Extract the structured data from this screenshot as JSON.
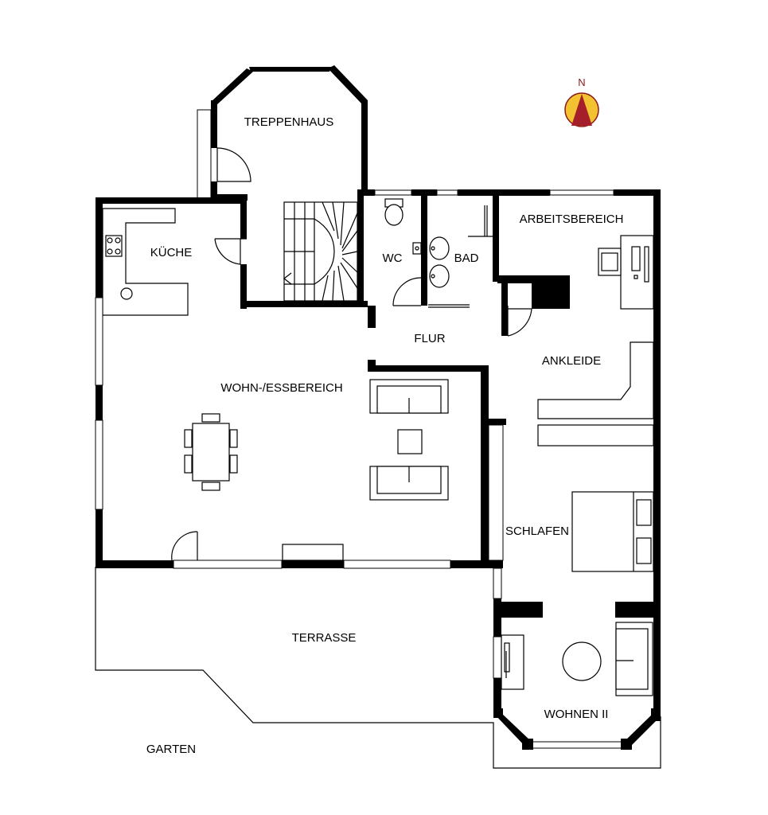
{
  "rooms": {
    "treppenhaus": "TREPPENHAUS",
    "kueche": "KÜCHE",
    "wc": "WC",
    "bad": "BAD",
    "arbeitsbereich": "ARBEITSBEREICH",
    "flur": "FLUR",
    "ankleide": "ANKLEIDE",
    "wohn_ess": "WOHN-/ESSBEREICH",
    "schlafen": "SCHLAFEN",
    "terrasse": "TERRASSE",
    "wohnen2": "WOHNEN II",
    "garten": "GARTEN"
  },
  "compass": {
    "label": "N",
    "icon": "north-arrow-icon",
    "ring_color": "#f2c230",
    "arrow_color": "#a51f2a"
  }
}
